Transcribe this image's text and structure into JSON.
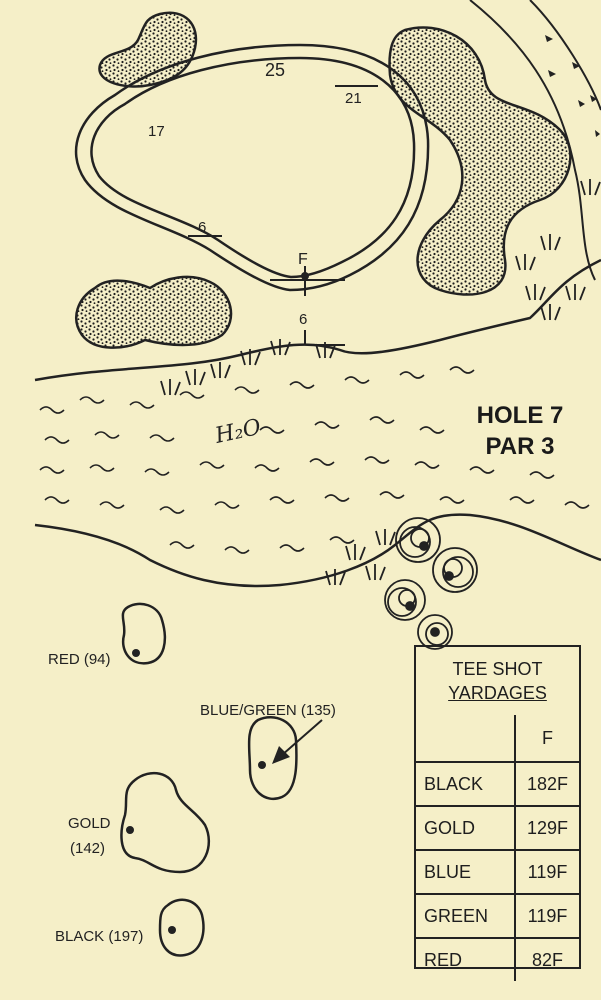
{
  "hole": {
    "title_line1": "HOLE 7",
    "title_line2": "PAR 3"
  },
  "green": {
    "distance_labels": [
      "25",
      "21",
      "17",
      "6"
    ],
    "pin_label": "F",
    "front_distance": "6"
  },
  "water_label": "H₂O",
  "tees": [
    {
      "label": "RED (94)"
    },
    {
      "label": "BLUE/GREEN (135)"
    },
    {
      "label_line1": "GOLD",
      "label_line2": "(142)"
    },
    {
      "label": "BLACK (197)"
    }
  ],
  "yardage_table": {
    "title_line1": "TEE SHOT",
    "title_line2": "YARDAGES",
    "column_header": "F",
    "rows": [
      {
        "tee": "BLACK",
        "value": "182F"
      },
      {
        "tee": "GOLD",
        "value": "129F"
      },
      {
        "tee": "BLUE",
        "value": "119F"
      },
      {
        "tee": "GREEN",
        "value": "119F"
      },
      {
        "tee": "RED",
        "value": "82F"
      }
    ]
  },
  "colors": {
    "paper": "#f5efc8",
    "ink": "#222222"
  }
}
